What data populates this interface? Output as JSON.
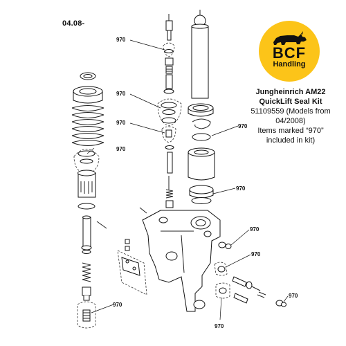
{
  "page": {
    "number": "04.08-"
  },
  "callout_label": "970",
  "callouts": [
    "970",
    "970",
    "970",
    "970",
    "970",
    "970",
    "970",
    "970",
    "970",
    "970"
  ],
  "logo": {
    "main": "BCF",
    "sub": "Handling",
    "color": "#fcc419"
  },
  "info": {
    "title_line1": "Jungheinrich AM22",
    "title_line2": "QuickLift Seal Kit",
    "line3": "51109559 (Models from",
    "line4": "04/2008)",
    "line5": "Items marked “970”",
    "line6": "included in kit)"
  }
}
